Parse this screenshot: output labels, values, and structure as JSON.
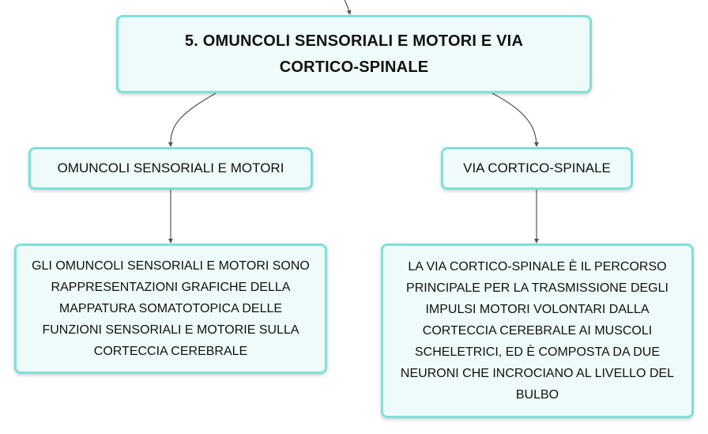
{
  "root": {
    "title": "5. OMUNCOLI SENSORIALI E MOTORI E VIA\nCORTICO-SPINALE"
  },
  "branches": [
    {
      "label": "OMUNCOLI SENSORIALI E MOTORI",
      "detail": "GLI OMUNCOLI SENSORIALI E MOTORI SONO\nRAPPRESENTAZIONI GRAFICHE DELLA\nMAPPATURA SOMATOTOPICA DELLE\nFUNZIONI SENSORIALI E MOTORIE SULLA\nCORTECCIA CEREBRALE"
    },
    {
      "label": "VIA CORTICO-SPINALE",
      "detail": "LA VIA CORTICO-SPINALE È IL PERCORSO\nPRINCIPALE PER LA TRASMISSIONE DEGLI\nIMPULSI MOTORI VOLONTARI DALLA\nCORTECCIA CEREBRALE AI MUSCOLI\nSCHELETRICI, ED È COMPOSTA DA DUE\nNEURONI CHE INCROCIANO AL LIVELLO DEL\nBULBO"
    }
  ],
  "colors": {
    "node_border": "#7fe0d9",
    "node_fill": "#effbfb",
    "connector": "#555555"
  }
}
